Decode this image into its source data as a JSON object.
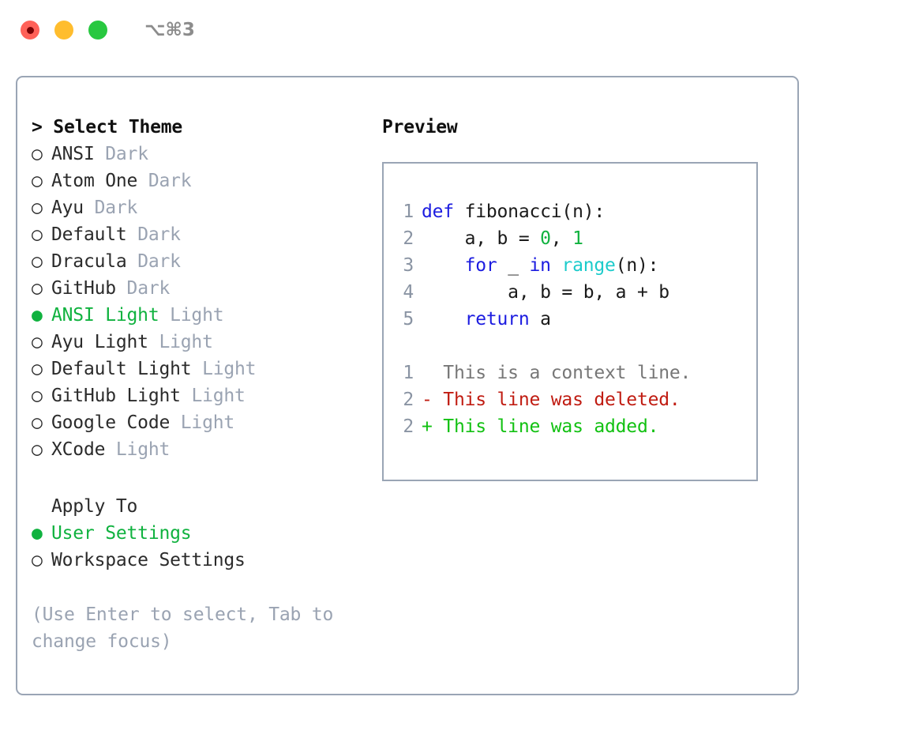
{
  "window": {
    "shortcut": "⌥⌘3",
    "traffic_lights": [
      {
        "name": "close",
        "color": "#ff6158"
      },
      {
        "name": "minimize",
        "color": "#ffbd2e"
      },
      {
        "name": "maximize",
        "color": "#28c840"
      }
    ]
  },
  "colors": {
    "accent_green": "#10b23f",
    "muted": "#9aa3b2",
    "border": "#9aa5b5",
    "keyword_blue": "#1c1ce0",
    "function_cyan": "#1ccbcb",
    "number_green": "#10b23f",
    "diff_delete": "#c01c12",
    "diff_add": "#12c112"
  },
  "theme_picker": {
    "heading": "> Select Theme",
    "bullet_unselected": "○",
    "bullet_selected": "●",
    "items": [
      {
        "bullet": "○",
        "label": "ANSI",
        "variant": "Dark",
        "selected": false
      },
      {
        "bullet": "○",
        "label": "Atom One",
        "variant": "Dark",
        "selected": false
      },
      {
        "bullet": "○",
        "label": "Ayu",
        "variant": "Dark",
        "selected": false
      },
      {
        "bullet": "○",
        "label": "Default",
        "variant": "Dark",
        "selected": false
      },
      {
        "bullet": "○",
        "label": "Dracula",
        "variant": "Dark",
        "selected": false
      },
      {
        "bullet": "○",
        "label": "GitHub",
        "variant": "Dark",
        "selected": false
      },
      {
        "bullet": "●",
        "label": "ANSI Light",
        "variant": "Light",
        "selected": true
      },
      {
        "bullet": "○",
        "label": "Ayu Light",
        "variant": "Light",
        "selected": false
      },
      {
        "bullet": "○",
        "label": "Default Light",
        "variant": "Light",
        "selected": false
      },
      {
        "bullet": "○",
        "label": "GitHub Light",
        "variant": "Light",
        "selected": false
      },
      {
        "bullet": "○",
        "label": "Google Code",
        "variant": "Light",
        "selected": false
      },
      {
        "bullet": "○",
        "label": "XCode",
        "variant": "Light",
        "selected": false
      }
    ]
  },
  "apply_to": {
    "heading": "Apply To",
    "items": [
      {
        "bullet": "●",
        "label": "User Settings",
        "selected": true
      },
      {
        "bullet": "○",
        "label": "Workspace Settings",
        "selected": false
      }
    ]
  },
  "hint": "(Use Enter to select, Tab to change focus)",
  "preview": {
    "heading": "Preview",
    "code_lines": [
      {
        "no": "1",
        "tokens": [
          {
            "t": "def ",
            "c": "kw"
          },
          {
            "t": "fibonacci(n):",
            "c": "txt"
          }
        ]
      },
      {
        "no": "2",
        "tokens": [
          {
            "t": "    a, b = ",
            "c": "txt"
          },
          {
            "t": "0",
            "c": "num"
          },
          {
            "t": ", ",
            "c": "txt"
          },
          {
            "t": "1",
            "c": "num"
          }
        ]
      },
      {
        "no": "3",
        "tokens": [
          {
            "t": "    ",
            "c": "txt"
          },
          {
            "t": "for",
            "c": "kw"
          },
          {
            "t": " _ ",
            "c": "txt"
          },
          {
            "t": "in",
            "c": "kw"
          },
          {
            "t": " ",
            "c": "txt"
          },
          {
            "t": "range",
            "c": "fn"
          },
          {
            "t": "(n):",
            "c": "txt"
          }
        ]
      },
      {
        "no": "4",
        "tokens": [
          {
            "t": "        a, b = b, a + b",
            "c": "txt"
          }
        ]
      },
      {
        "no": "5",
        "tokens": [
          {
            "t": "    ",
            "c": "txt"
          },
          {
            "t": "return",
            "c": "kw"
          },
          {
            "t": " a",
            "c": "txt"
          }
        ]
      }
    ],
    "diff_lines": [
      {
        "no": "1",
        "marker": " ",
        "text": " This is a context line.",
        "kind": "ctx"
      },
      {
        "no": "2",
        "marker": "-",
        "text": " This line was deleted.",
        "kind": "del"
      },
      {
        "no": "2",
        "marker": "+",
        "text": " This line was added.",
        "kind": "add"
      }
    ]
  }
}
